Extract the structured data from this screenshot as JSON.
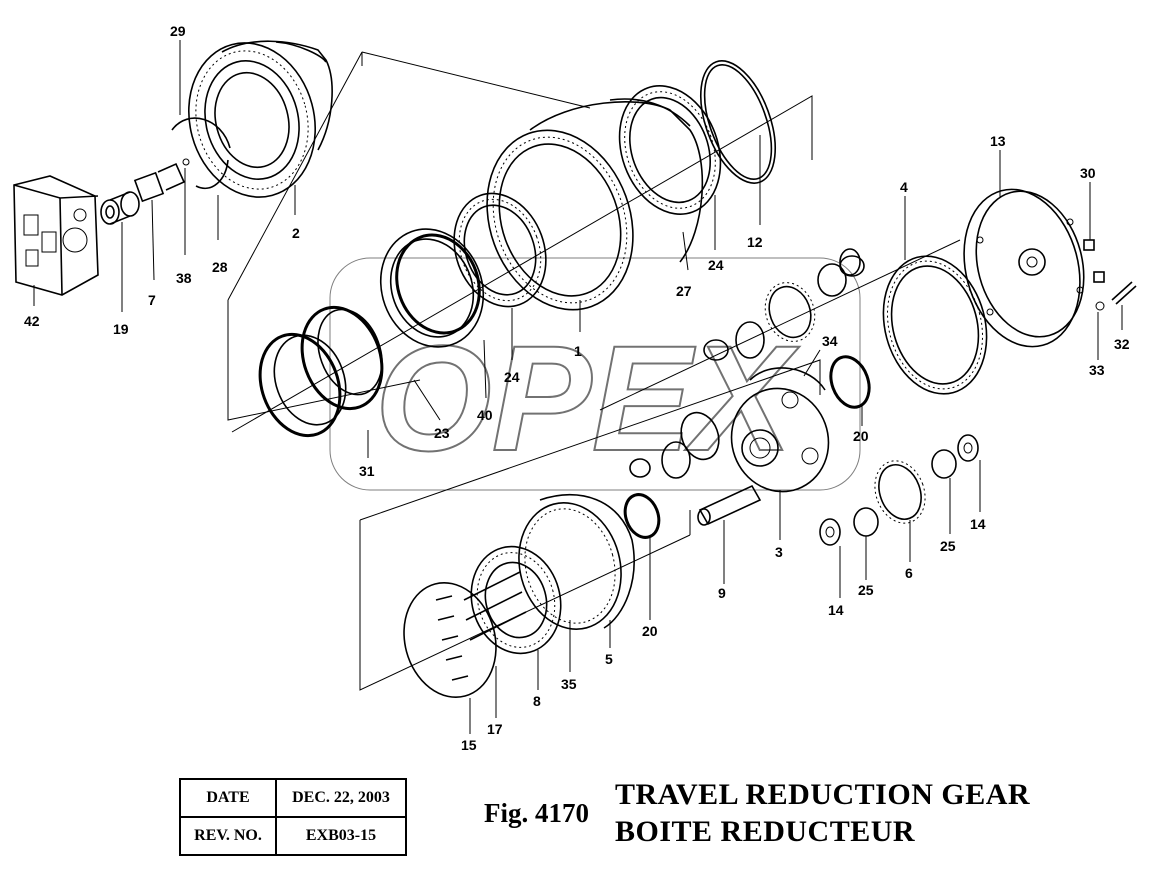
{
  "callouts": [
    "29",
    "2",
    "38",
    "28",
    "7",
    "19",
    "42",
    "24",
    "27",
    "12",
    "1",
    "24",
    "40",
    "23",
    "31",
    "13",
    "30",
    "32",
    "33",
    "4",
    "34",
    "20",
    "3",
    "9",
    "6",
    "25",
    "14",
    "25",
    "14",
    "20",
    "5",
    "35",
    "8",
    "17",
    "15"
  ],
  "info_table": {
    "date_label": "DATE",
    "date_value": "DEC. 22, 2003",
    "rev_label": "REV. NO.",
    "rev_value": "EXB03-15"
  },
  "figure": {
    "number": "Fig. 4170",
    "title_en": "TRAVEL REDUCTION GEAR",
    "title_fr": "BOITE REDUCTEUR"
  },
  "watermark": "OPEX"
}
